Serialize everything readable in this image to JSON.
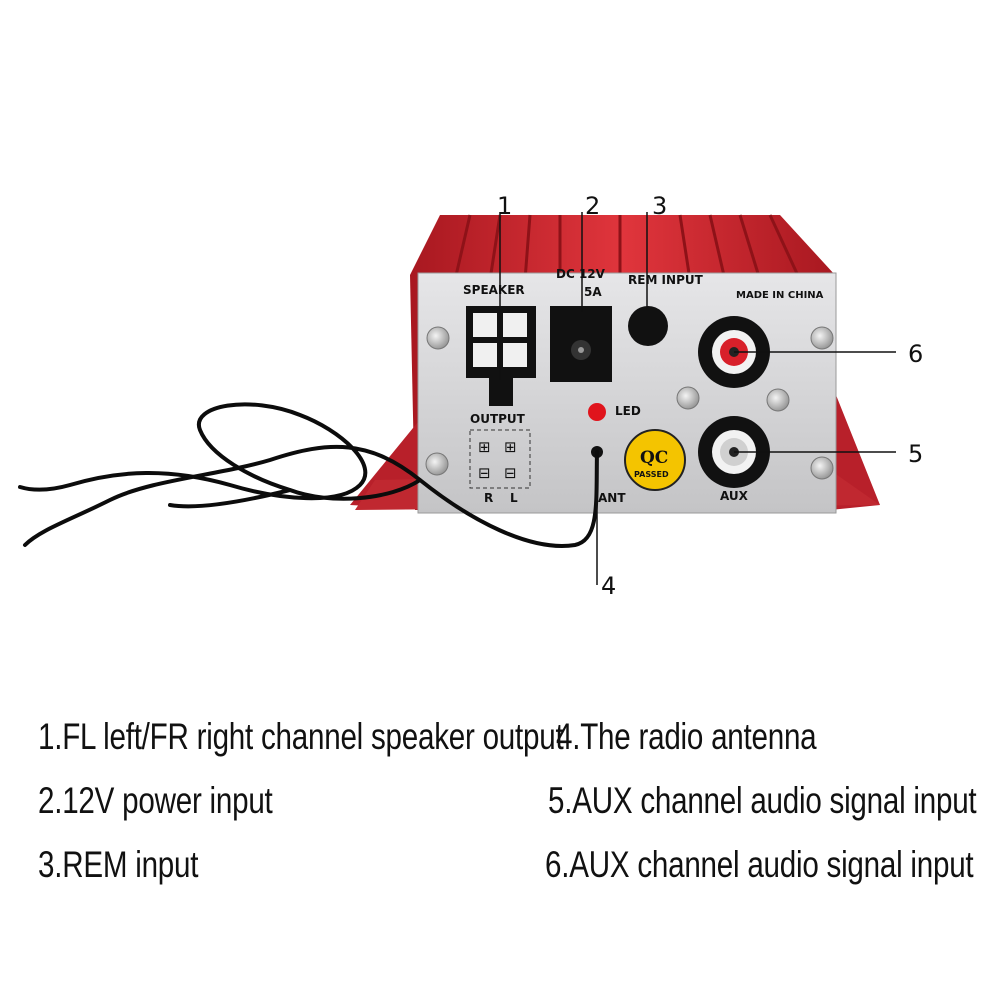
{
  "callouts": [
    "1",
    "2",
    "3",
    "4",
    "5",
    "6"
  ],
  "panel": {
    "speaker": "SPEAKER",
    "dc_line1": "DC 12V",
    "dc_line2": "5A",
    "rem_input": "REM  INPUT",
    "made_in": "MADE IN CHINA",
    "output": "OUTPUT",
    "right": "R",
    "left": "L",
    "led": "LED",
    "ant": "ANT",
    "aux": "AUX",
    "qc": "QC",
    "passed": "PASSED"
  },
  "legend": {
    "item1": "1.FL left/FR right channel speaker output",
    "item2": "2.12V power input",
    "item3": "3.REM input",
    "item4": "4.The radio antenna",
    "item5": "5.AUX channel audio signal input",
    "item6": "6.AUX channel audio signal input"
  },
  "colors": {
    "body_red": "#c8252c",
    "panel_silver": "#d4d4d6",
    "rca_red": "#d8202a"
  }
}
